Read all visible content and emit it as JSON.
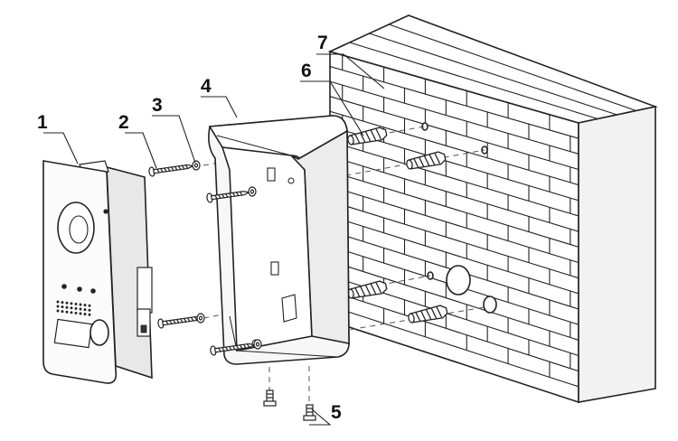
{
  "callouts": [
    {
      "id": "1",
      "label": "1"
    },
    {
      "id": "2",
      "label": "2"
    },
    {
      "id": "3",
      "label": "3"
    },
    {
      "id": "4",
      "label": "4"
    },
    {
      "id": "5",
      "label": "5"
    },
    {
      "id": "6",
      "label": "6"
    },
    {
      "id": "7",
      "label": "7"
    }
  ],
  "colors": {
    "line": "#222222",
    "wall_face": "#ffffff",
    "wall_side": "#f2f2f2",
    "box_fill": "#f7f7f7",
    "panel_fill": "#fbfbfb",
    "guide": "#666666"
  }
}
